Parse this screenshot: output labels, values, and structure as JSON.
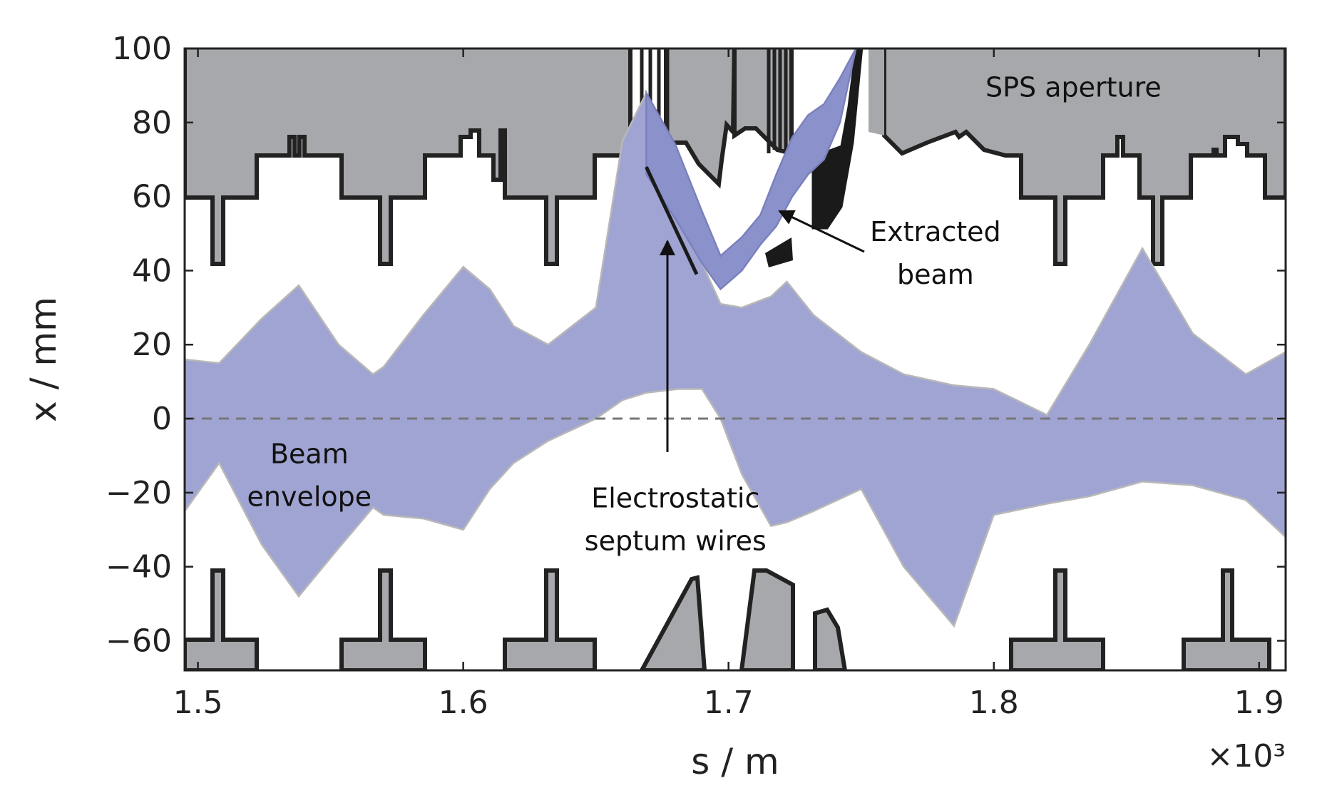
{
  "chart_data": {
    "type": "area",
    "xlabel": "s / m",
    "ylabel": "x / mm",
    "x_multiplier": "×10³",
    "xlim": [
      1.495,
      1.91
    ],
    "ylim": [
      -68,
      100
    ],
    "xticks": [
      1.5,
      1.6,
      1.7,
      1.8,
      1.9
    ],
    "xtick_labels": [
      "1.5",
      "1.6",
      "1.7",
      "1.8",
      "1.9"
    ],
    "yticks": [
      100,
      80,
      60,
      40,
      20,
      0,
      -20,
      -40,
      -60
    ],
    "ytick_labels": [
      "100",
      "80",
      "60",
      "40",
      "20",
      "0",
      "−20",
      "−40",
      "−60"
    ],
    "reference_line": {
      "y": 0,
      "style": "dashed"
    },
    "colors": {
      "envelope": "#a0a4d2",
      "envelope_edge": "#b8b8b8",
      "extracted": "#8b92cb",
      "aperture_fill": "#a7a8ab",
      "aperture_edge": "#222222",
      "solid_element": "#1a1a1a"
    },
    "series": [
      {
        "x": [
          1.495,
          1.508,
          1.524,
          1.538,
          1.553,
          1.566,
          1.57,
          1.585,
          1.6,
          1.61,
          1.619,
          1.632,
          1.65,
          1.66,
          1.669,
          1.681,
          1.69,
          1.697,
          1.705,
          1.716,
          1.722,
          1.732,
          1.75,
          1.766,
          1.785,
          1.8,
          1.82,
          1.836,
          1.856,
          1.875,
          1.895,
          1.91
        ],
        "upper": [
          16,
          15,
          27,
          36,
          20,
          12,
          14,
          28,
          41,
          35,
          25,
          20,
          30,
          75,
          88,
          60,
          42,
          31,
          30,
          33,
          37,
          28,
          18,
          12,
          9,
          8,
          1,
          20,
          46,
          23,
          12,
          18
        ],
        "lower": [
          -25,
          -12,
          -34,
          -48,
          -35,
          -24,
          -26,
          -27,
          -30,
          -19,
          -12,
          -6,
          0,
          5,
          7,
          8,
          8,
          0,
          -15,
          -29,
          -28,
          -25,
          -19,
          -40,
          -56,
          -26,
          -23,
          -21,
          -17,
          -18,
          -22,
          -32
        ]
      },
      {
        "x": [
          1.669,
          1.68,
          1.69,
          1.697,
          1.705,
          1.712,
          1.718,
          1.724,
          1.73,
          1.736,
          1.742,
          1.748
        ],
        "upper": [
          88,
          74,
          56,
          44,
          49,
          55,
          66,
          76,
          82,
          85,
          92,
          100
        ],
        "lower": [
          66,
          54,
          42,
          35,
          40,
          47,
          52,
          60,
          66,
          70,
          80,
          100
        ]
      }
    ],
    "annotations": [
      {
        "lines": [
          "SPS aperture"
        ],
        "x": 1.83,
        "y": 87
      },
      {
        "lines": [
          "Extracted",
          "beam"
        ],
        "x": 1.778,
        "y": 48
      },
      {
        "lines": [
          "Beam",
          "envelope"
        ],
        "x": 1.542,
        "y": -12
      },
      {
        "lines": [
          "Electrostatic",
          "septum wires"
        ],
        "x": 1.68,
        "y": -24
      }
    ]
  }
}
